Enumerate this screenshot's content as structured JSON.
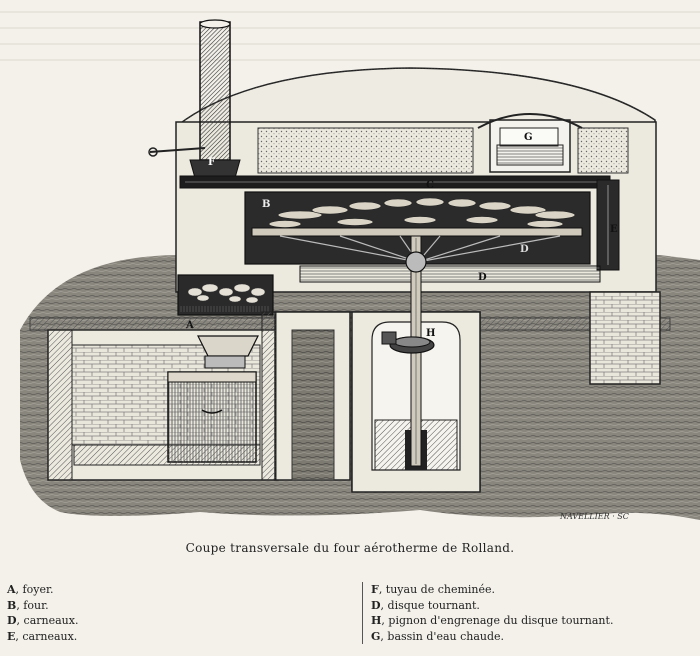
{
  "figure": {
    "labels": {
      "A": "A",
      "B": "B",
      "C": "C",
      "D1": "D",
      "D2": "D",
      "E": "E",
      "F": "F",
      "G": "G",
      "H": "H"
    },
    "signature": "NAVELLIER · SC"
  },
  "caption": "Coupe transversale du four aérotherme de Rolland.",
  "legend": {
    "left": [
      {
        "letter": "A",
        "text": ", foyer."
      },
      {
        "letter": "B",
        "text": ", four."
      },
      {
        "letter": "D",
        "text": ", carneaux."
      },
      {
        "letter": "E",
        "text": ", carneaux."
      }
    ],
    "right": [
      {
        "letter": "F",
        "text": ", tuyau de cheminée."
      },
      {
        "letter": "D",
        "text": ", disque tournant."
      },
      {
        "letter": "H",
        "text": ", pignon d'engrenage du disque tournant."
      },
      {
        "letter": "G",
        "text": ", bassin d'eau chaude."
      }
    ]
  }
}
